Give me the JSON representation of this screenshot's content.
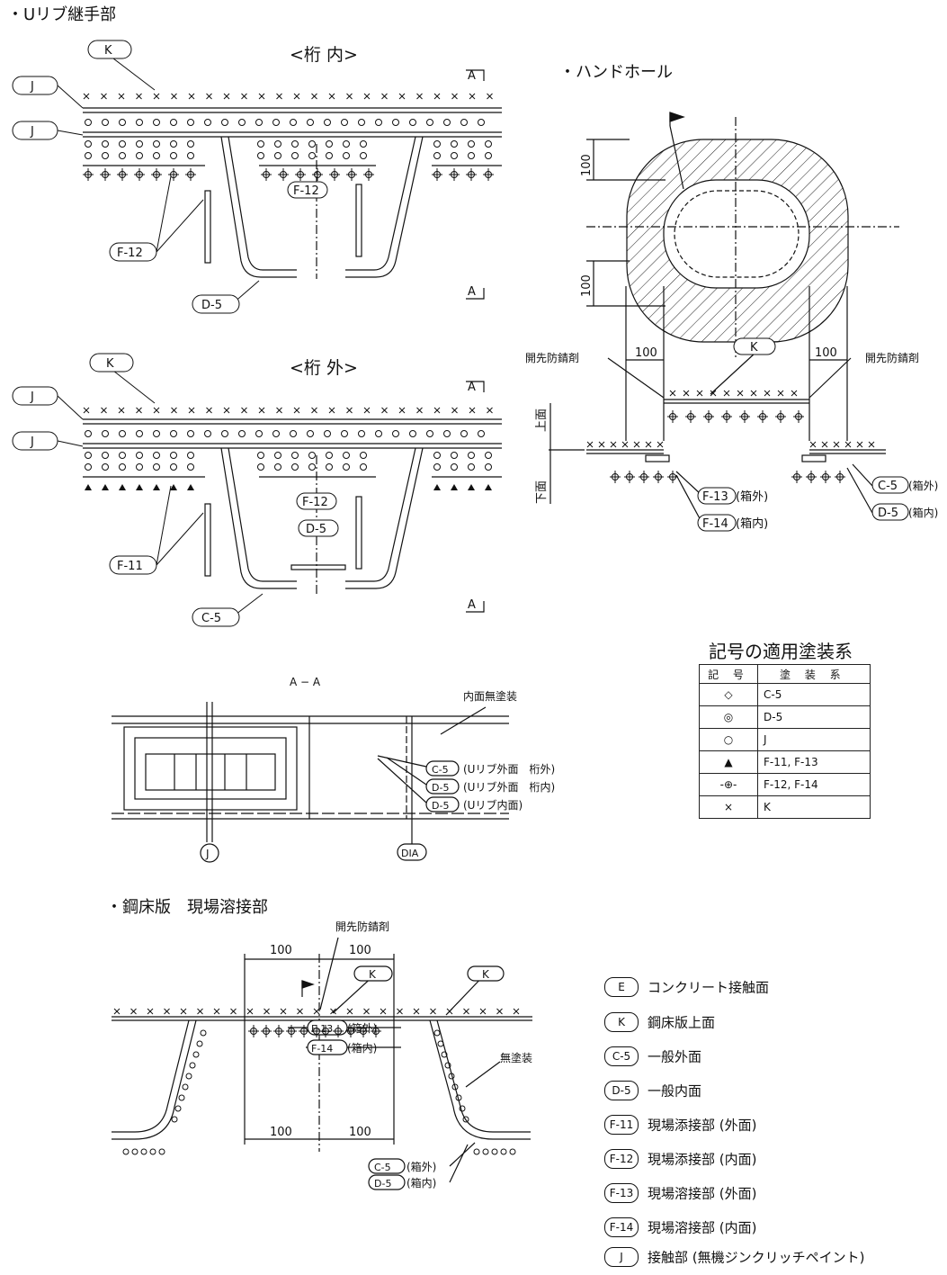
{
  "sections": {
    "urib_joint": "・Uリブ継手部",
    "handhole": "・ハンドホール",
    "deck_weld": "・鋼床版　現場溶接部"
  },
  "views": {
    "inside": "<桁 内>",
    "outside": "<桁 外>",
    "section_aa": "A − A"
  },
  "marks": {
    "A": "A",
    "K": "K",
    "J": "J",
    "F12": "F-12",
    "F11": "F-11",
    "D5": "D-5",
    "C5": "C-5",
    "DIA": "DIA",
    "F13": "F-13",
    "F14": "F-14"
  },
  "notes": {
    "rust_primer": "開先防錆剤",
    "no_paint_inner": "内面無塗装",
    "no_paint": "無塗装",
    "upper_surface": "上面",
    "lower_surface": "下面",
    "box_out": "(箱外)",
    "box_in": "(箱内)",
    "urib_outer_out": "(Uリブ外面　桁外)",
    "urib_outer_in": "(Uリブ外面　桁内)",
    "urib_inner": "(Uリブ内面)"
  },
  "dims": {
    "d100": "100"
  },
  "legend_table": {
    "title": "記号の適用塗装系",
    "col_symbol": "記 号",
    "col_system": "塗 装 系",
    "rows": [
      {
        "symbol": "◇",
        "system": "C-5"
      },
      {
        "symbol": "◎",
        "system": "D-5"
      },
      {
        "symbol": "○",
        "system": "J"
      },
      {
        "symbol": "▲",
        "system": "F-11, F-13"
      },
      {
        "symbol": "-⊕-",
        "system": "F-12, F-14"
      },
      {
        "symbol": "×",
        "system": "K"
      }
    ]
  },
  "legend_keys": [
    {
      "code": "E",
      "label": "コンクリート接触面"
    },
    {
      "code": "K",
      "label": "鋼床版上面"
    },
    {
      "code": "C-5",
      "label": "一般外面"
    },
    {
      "code": "D-5",
      "label": "一般内面"
    },
    {
      "code": "F-11",
      "label": "現場添接部 (外面)"
    },
    {
      "code": "F-12",
      "label": "現場添接部 (内面)"
    },
    {
      "code": "F-13",
      "label": "現場溶接部 (外面)"
    },
    {
      "code": "F-14",
      "label": "現場溶接部 (内面)"
    },
    {
      "code": "J",
      "label": "接触部 (無機ジンクリッチペイント)"
    }
  ]
}
